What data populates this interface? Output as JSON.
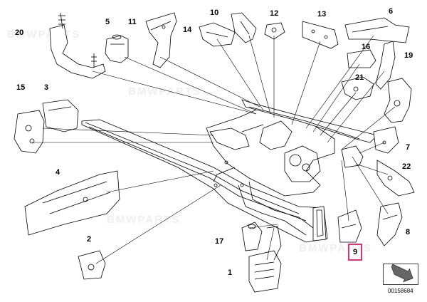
{
  "diagram": {
    "reference_number": "00158684",
    "highlighted_part": "9",
    "highlight_color": "#e0307a",
    "watermark_text": "BMWPARTS",
    "callouts": {
      "p1": "1",
      "p2": "2",
      "p3": "3",
      "p4": "4",
      "p5": "5",
      "p6": "6",
      "p7": "7",
      "p8": "8",
      "p9": "9",
      "p10": "10",
      "p11": "11",
      "p12": "12",
      "p13": "13",
      "p14": "14",
      "p15": "15",
      "p16": "16",
      "p17": "17",
      "p19": "19",
      "p20": "20",
      "p21": "21",
      "p22": "22"
    }
  }
}
